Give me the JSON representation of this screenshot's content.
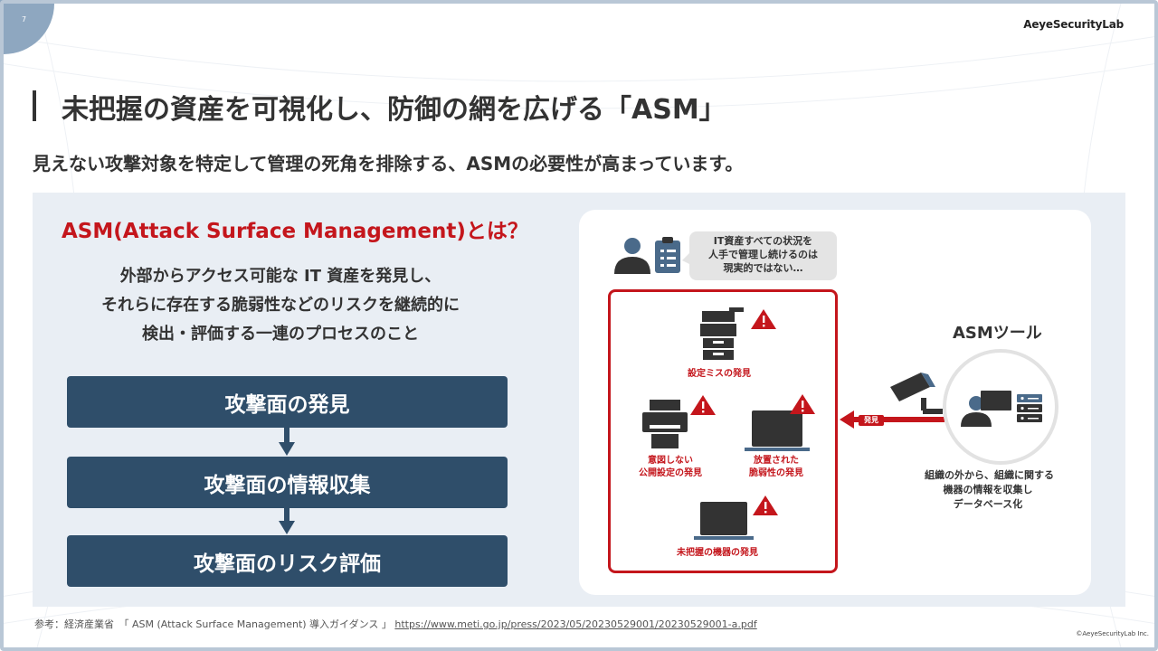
{
  "page": {
    "number": "7",
    "logo": "AeyeSecurityLab",
    "title": "未把握の資産を可視化し、防御の網を広げる「ASM」",
    "subtitle": "見えない攻撃対象を特定して管理の死角を排除する、ASMの必要性が高まっています。"
  },
  "left": {
    "heading": "ASM(Attack Surface Management)とは？",
    "definition": [
      "外部からアクセス可能な IT 資産を発見し、",
      "それらに存在する脆弱性などのリスクを継続的に",
      "検出・評価する一連のプロセスのこと"
    ],
    "steps": [
      "攻撃面の発見",
      "攻撃面の情報収集",
      "攻撃面のリスク評価"
    ]
  },
  "right": {
    "bubble": [
      "IT資産すべての状況を",
      "人手で管理し続けるのは",
      "現実的ではない…"
    ],
    "captions": {
      "misconfig": "設定ミスの発見",
      "unintended": [
        "意図しない",
        "公開設定の発見"
      ],
      "vulnerable": [
        "放置された",
        "脆弱性の発見"
      ],
      "unknown": "未把握の機器の発見"
    },
    "discover_tag": "発見",
    "tool_label": "ASMツール",
    "tool_desc": [
      "組織の外から、組織に関する",
      "機器の情報を収集し",
      "データベース化"
    ]
  },
  "footer": {
    "ref_prefix": "参考：経済産業省　「 ASM (Attack Surface Management)  導入ガイダンス 」",
    "ref_url": "https://www.meti.go.jp/press/2023/05/20230529001/20230529001-a.pdf",
    "copyright": "©AeyeSecurityLab Inc."
  },
  "colors": {
    "accent_red": "#c4161c",
    "step_navy": "#2f4e6a",
    "panel_bg": "#e9eef4",
    "icon_dark": "#333333",
    "icon_blue": "#4a6a8a"
  },
  "icons": [
    "person-icon",
    "clipboard-icon",
    "copier-icon",
    "printer-icon",
    "laptop-icon",
    "warning-icon",
    "camera-icon",
    "server-icon",
    "arrow-left-icon"
  ]
}
